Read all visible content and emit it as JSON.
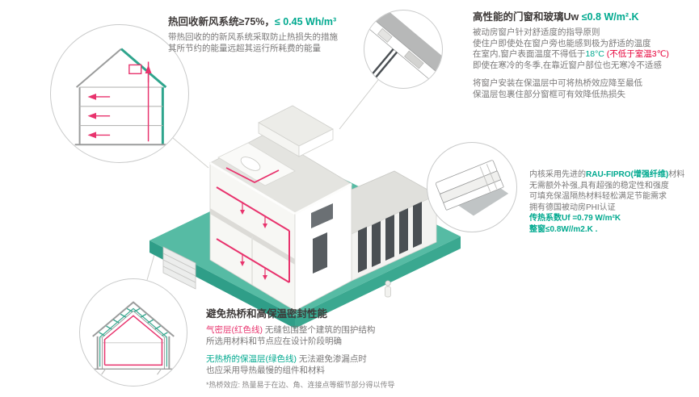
{
  "colors": {
    "green": "#00a98f",
    "pink": "#e8336d",
    "red": "#e60039",
    "teal": "#56bba4",
    "teal_dark": "#2f9e88"
  },
  "hrv": {
    "title_black": "热回收新风系统≥75%，",
    "title_green": "≤ 0.45 Wh/m³",
    "line1": "带热回收的的新风系统采取防止热损失的措施",
    "line2": "其所节约的能量远超其运行所耗费的能量"
  },
  "windows": {
    "title_black": "高性能的门窗和玻璃Uw ",
    "title_green": "≤0.8 W/m².K",
    "p1l1": "被动房窗户针对舒适度的指导原则",
    "p1l2": "使住户即使处在窗户旁也能感到极为舒适的温度",
    "p1l3a": "在室内,窗户表面温度不得低于",
    "p1l3b": "18°C",
    "p1l3c": " (不低于室温3℃)",
    "p1l4": "即使在寒冷的冬季,在靠近窗户部位也无寒冷不适感",
    "p2l1": "将窗户安装在保温层中可将热桥效应降至最低",
    "p2l2": "保温层包裹住部分窗框可有效降低热损失"
  },
  "profile": {
    "l1a": "内核采用先进的",
    "l1b": "RAU-FIPRO(增强纤维)",
    "l1c": "材料",
    "l2": "无需额外补强,具有超强的稳定性和强度",
    "l3": "可填充保温隔热材料轻松满足节能需求",
    "l4": "拥有德国被动房PHI认证",
    "l5": "传热系数Uf =0.79 W/m²K",
    "l6": "整窗≤0.8W//m2.K ."
  },
  "thermal": {
    "title": "避免热桥和高保温密封性能",
    "red_label": "气密层(红色线)",
    "red_rest": " 无缝包围整个建筑的围护结构",
    "l2": "所选用材料和节点应在设计阶段明确",
    "green_label": "无热桥的保温层(绿色线)",
    "green_rest": " 无法避免渗漏点时",
    "l4": "也应采用导热最慢的组件和材料",
    "footnote": "*热桥效应: 热量易于在边、角、连接点等细节部分得以传导"
  }
}
